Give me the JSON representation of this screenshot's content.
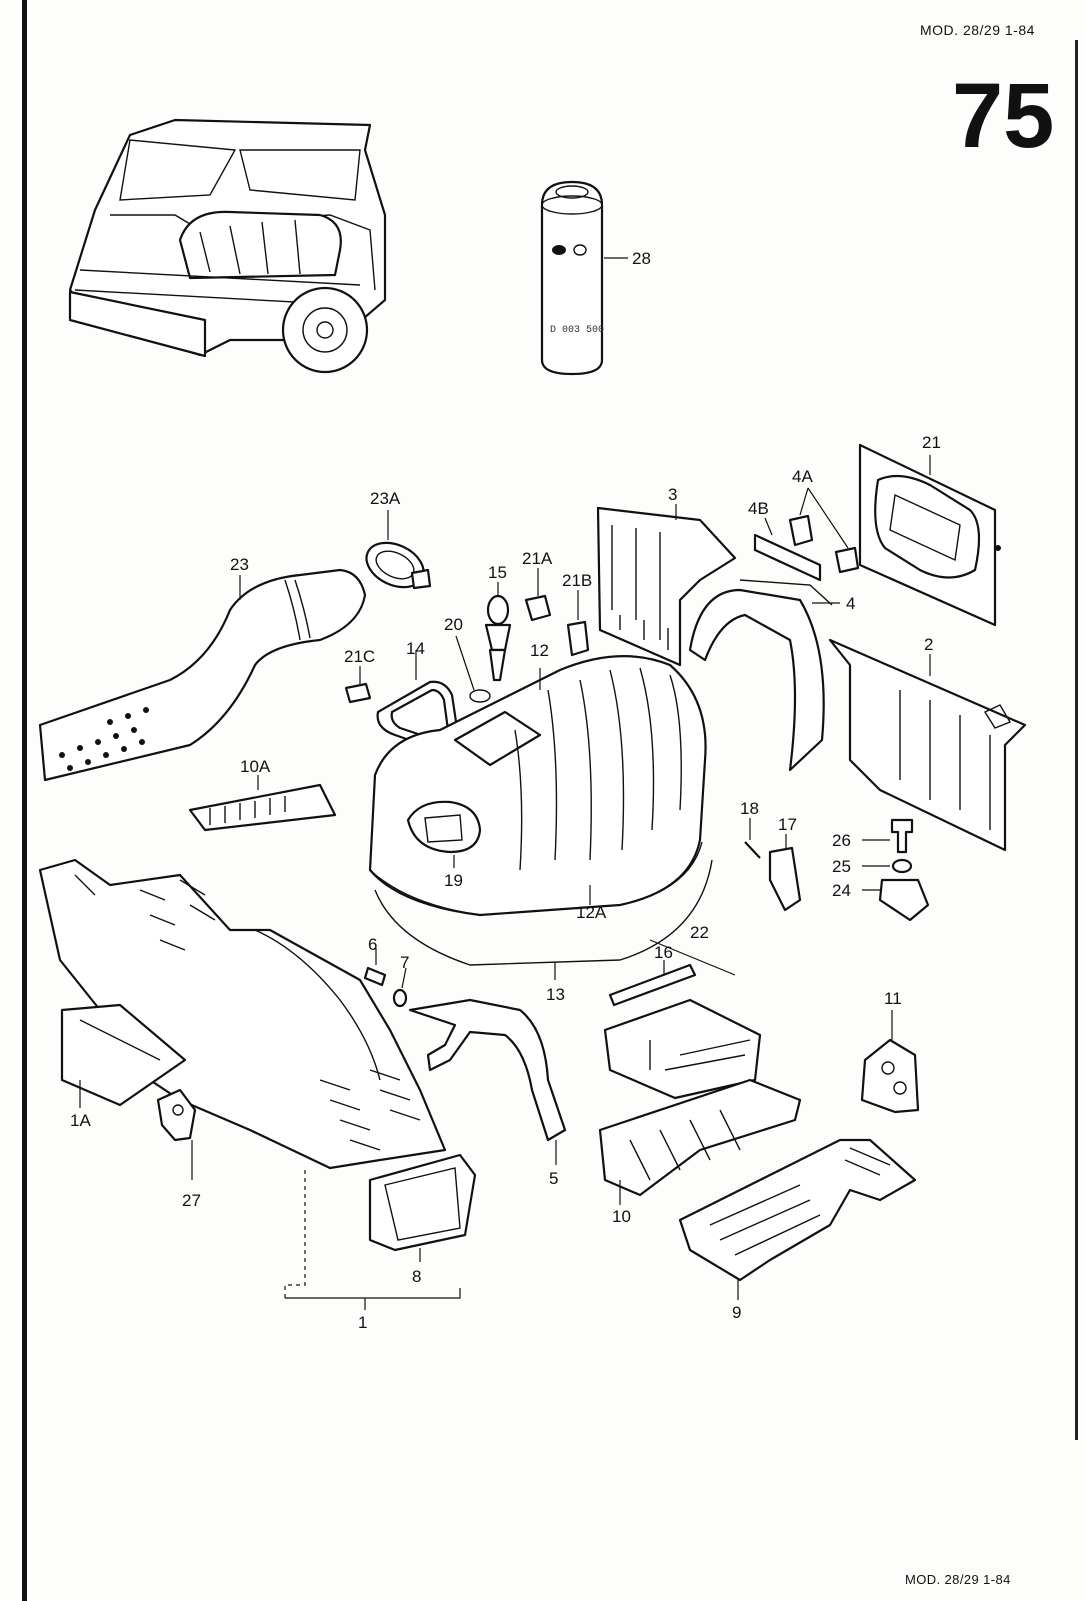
{
  "header": {
    "model_ref": "MOD. 28/29  1-84",
    "page_number": "75"
  },
  "footer": {
    "model_ref": "MOD. 28/29  1-84"
  },
  "can_label": "D 003 500",
  "callouts": [
    {
      "id": "c-28",
      "label": "28"
    },
    {
      "id": "c-21",
      "label": "21"
    },
    {
      "id": "c-3",
      "label": "3"
    },
    {
      "id": "c-4a",
      "label": "4A"
    },
    {
      "id": "c-4b",
      "label": "4B"
    },
    {
      "id": "c-4",
      "label": "4"
    },
    {
      "id": "c-2",
      "label": "2"
    },
    {
      "id": "c-23a",
      "label": "23A"
    },
    {
      "id": "c-23",
      "label": "23"
    },
    {
      "id": "c-15",
      "label": "15"
    },
    {
      "id": "c-21a",
      "label": "21A"
    },
    {
      "id": "c-21b",
      "label": "21B"
    },
    {
      "id": "c-20",
      "label": "20"
    },
    {
      "id": "c-21c",
      "label": "21C"
    },
    {
      "id": "c-14",
      "label": "14"
    },
    {
      "id": "c-12",
      "label": "12"
    },
    {
      "id": "c-10a",
      "label": "10A"
    },
    {
      "id": "c-19",
      "label": "19"
    },
    {
      "id": "c-18",
      "label": "18"
    },
    {
      "id": "c-17",
      "label": "17"
    },
    {
      "id": "c-26",
      "label": "26"
    },
    {
      "id": "c-25",
      "label": "25"
    },
    {
      "id": "c-24",
      "label": "24"
    },
    {
      "id": "c-12a",
      "label": "12A"
    },
    {
      "id": "c-6",
      "label": "6"
    },
    {
      "id": "c-7",
      "label": "7"
    },
    {
      "id": "c-13",
      "label": "13"
    },
    {
      "id": "c-16",
      "label": "16"
    },
    {
      "id": "c-22",
      "label": "22"
    },
    {
      "id": "c-11",
      "label": "11"
    },
    {
      "id": "c-1a",
      "label": "1A"
    },
    {
      "id": "c-27",
      "label": "27"
    },
    {
      "id": "c-5",
      "label": "5"
    },
    {
      "id": "c-10",
      "label": "10"
    },
    {
      "id": "c-8",
      "label": "8"
    },
    {
      "id": "c-9",
      "label": "9"
    },
    {
      "id": "c-1",
      "label": "1"
    }
  ]
}
